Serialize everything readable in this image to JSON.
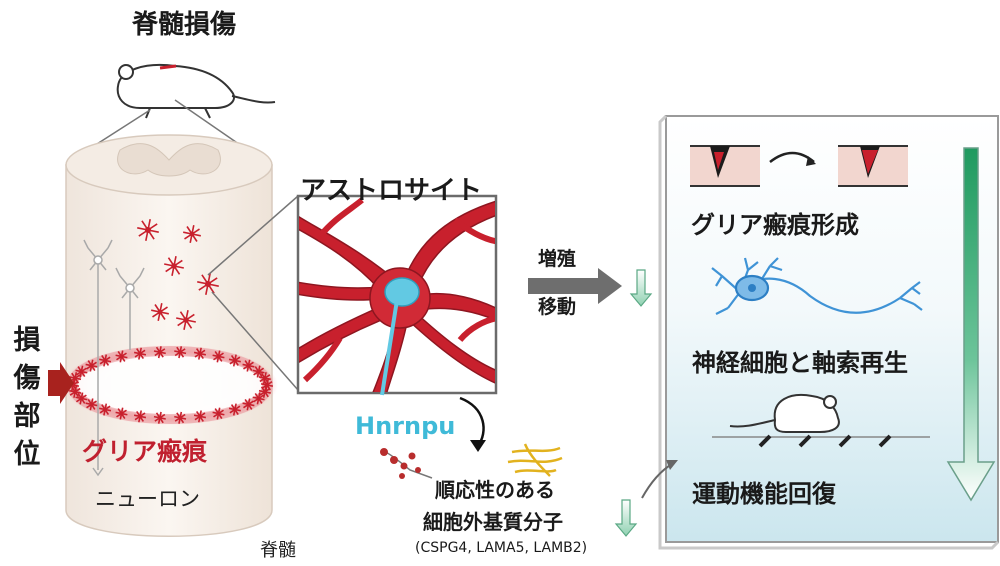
{
  "title": "脊髄損傷",
  "astrocyte_label": "アストロサイト",
  "arrow_labels": {
    "top": "増殖",
    "bottom": "移動"
  },
  "injury_site_chars": [
    "損",
    "傷",
    "部",
    "位"
  ],
  "glial_scar_label": "グリア瘢痕",
  "neuron_label": "ニューロン",
  "spinal_cord_label": "脊髄",
  "gene_label": "Hnrnpu",
  "ecm": {
    "line1": "順応性のある",
    "line2": "細胞外基質分子",
    "molecules": "(CSPG4, LAMA5, LAMB2)"
  },
  "outcomes": [
    "グリア瘢痕形成",
    "神経細胞と軸索再生",
    "運動機能回復"
  ],
  "colors": {
    "astrocyte_red": "#c8202d",
    "nucleus_cyan": "#62c9e3",
    "neuron_blue": "#3f93d6",
    "scar_text_red": "#c0202f",
    "panel_gradient_top": "#ffffff",
    "panel_gradient_bottom": "#cbe6ee",
    "big_arrow_green": "#2a9e63"
  }
}
